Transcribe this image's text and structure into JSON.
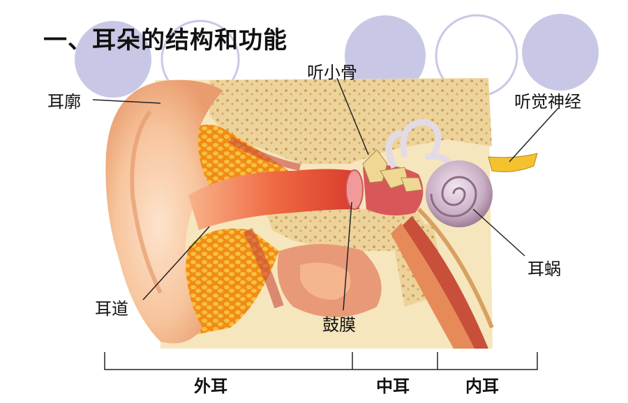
{
  "title": "一、耳朵的结构和功能",
  "labels": {
    "auricle": "耳廓",
    "ossicles": "听小骨",
    "auditory_nerve": "听觉神经",
    "ear_canal": "耳道",
    "eardrum": "鼓膜",
    "cochlea": "耳蜗"
  },
  "regions": {
    "outer": "外耳",
    "middle": "中耳",
    "inner": "内耳"
  },
  "colors": {
    "circle": "#c8c8e6",
    "background_panel": "#f5e4b8",
    "ear_skin": "#f6c9a0",
    "canal": "#e8503a",
    "bone": "#e9cd8f",
    "fat": "#f3a020",
    "cochlea": "#cdb3c8",
    "nerve": "#f3c22e"
  }
}
